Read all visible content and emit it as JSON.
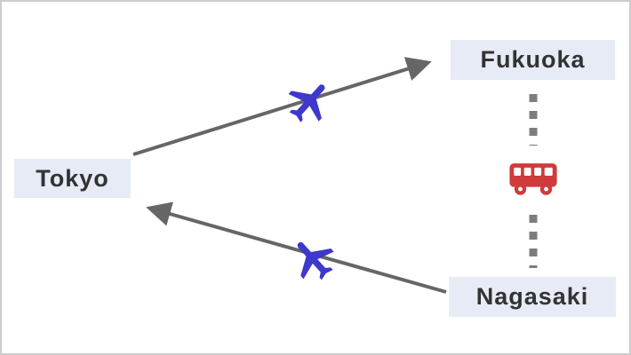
{
  "diagram": {
    "nodes": {
      "tokyo": {
        "label": "Tokyo"
      },
      "fukuoka": {
        "label": "Fukuoka"
      },
      "nagasaki": {
        "label": "Nagasaki"
      }
    },
    "edges": [
      {
        "from": "Tokyo",
        "to": "Fukuoka",
        "mode": "plane",
        "style": "solid-arrow"
      },
      {
        "from": "Nagasaki",
        "to": "Tokyo",
        "mode": "plane",
        "style": "solid-arrow"
      },
      {
        "from": "Fukuoka",
        "to": "Nagasaki",
        "mode": "bus",
        "style": "dotted"
      }
    ],
    "colors": {
      "plane": "#3e38cc",
      "bus": "#cf3b3b",
      "arrow": "#666666",
      "dots": "#7d7d7d",
      "label-bg": "#e6ebf6",
      "label-text": "#333333",
      "canvas-border": "#cccccc"
    }
  }
}
